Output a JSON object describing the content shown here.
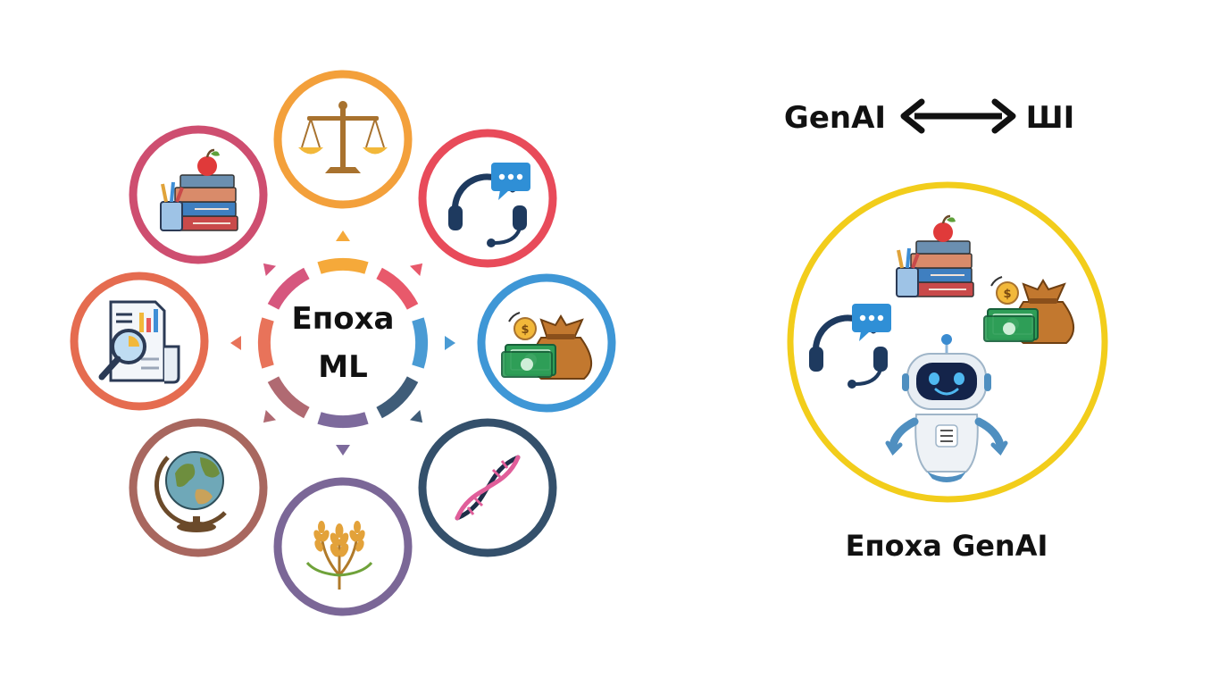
{
  "ml_hub": {
    "title_line1": "Епоха",
    "title_line2": "ML",
    "ring_colors": [
      "#F5A93A",
      "#E8596B",
      "#4A9BD4",
      "#3F5C78",
      "#7D6A9C",
      "#B06A72",
      "#E8735A",
      "#D6577E"
    ],
    "domains": [
      {
        "name": "justice",
        "icon": "scales-icon",
        "color": "#F3A03B"
      },
      {
        "name": "customer-support",
        "icon": "headset-chat-icon",
        "color": "#E84B5A"
      },
      {
        "name": "finance",
        "icon": "money-bag-icon",
        "color": "#3F97D6"
      },
      {
        "name": "genetics",
        "icon": "dna-icon",
        "color": "#34506B"
      },
      {
        "name": "agriculture",
        "icon": "wheat-icon",
        "color": "#7B6797"
      },
      {
        "name": "geography",
        "icon": "globe-icon",
        "color": "#A8675F"
      },
      {
        "name": "analytics",
        "icon": "report-magnifier-icon",
        "color": "#E56C50"
      },
      {
        "name": "education",
        "icon": "books-apple-icon",
        "color": "#CE4E70"
      }
    ]
  },
  "relation": {
    "left": "GenAI",
    "right": "ШІ",
    "arrow_icon": "double-arrow-icon"
  },
  "genai": {
    "circle_color": "#F2CD1B",
    "icons": [
      "books-apple-icon",
      "money-bag-icon",
      "headset-chat-icon",
      "robot-icon"
    ],
    "caption": "Епоха GenAI"
  }
}
